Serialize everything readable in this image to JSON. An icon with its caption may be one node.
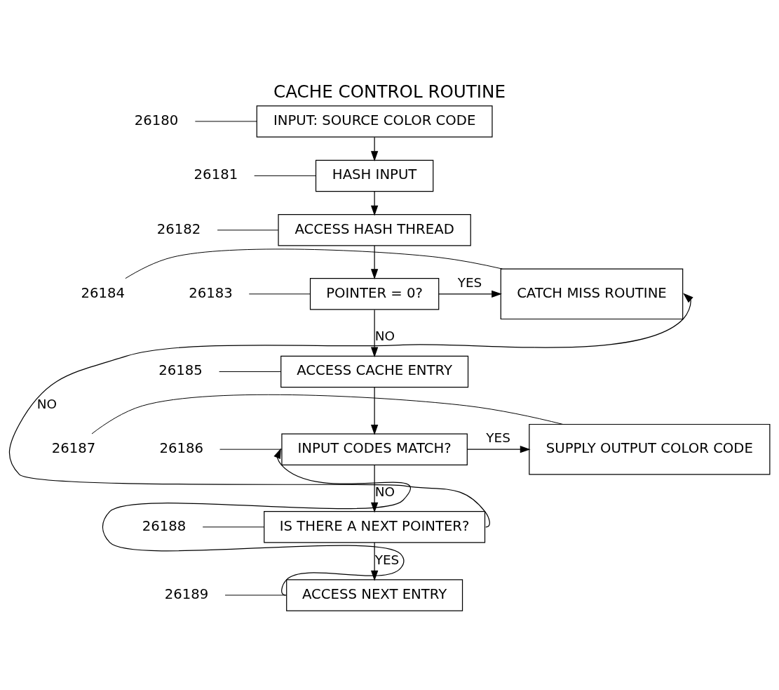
{
  "diagram": {
    "title": "CACHE CONTROL ROUTINE",
    "nodes": [
      {
        "text": [
          "INPUT: SOURCE COLOR CODE"
        ]
      },
      {
        "text": [
          "HASH INPUT"
        ]
      },
      {
        "text": [
          "ACCESS HASH THREAD"
        ]
      },
      {
        "text": [
          "POINTER = 0?"
        ]
      },
      {
        "text": [
          "CATCH MISS ROUTINE"
        ]
      },
      {
        "text": [
          "ACCESS CACHE ENTRY"
        ]
      },
      {
        "text": [
          "INPUT CODES MATCH?"
        ]
      },
      {
        "text": [
          "SUPPLY OUTPUT COLOR CODE"
        ]
      },
      {
        "text": [
          "IS THERE A NEXT POINTER?"
        ]
      },
      {
        "text": [
          "ACCESS NEXT ENTRY"
        ]
      },
      {
        "text": [
          "26180"
        ]
      },
      {
        "text": [
          "26181"
        ]
      },
      {
        "text": [
          "26182"
        ]
      },
      {
        "text": [
          "26183"
        ]
      },
      {
        "text": [
          "26184"
        ]
      },
      {
        "text": [
          "26185"
        ]
      },
      {
        "text": [
          "26186"
        ]
      },
      {
        "text": [
          "26187"
        ]
      },
      {
        "text": [
          "26188"
        ]
      },
      {
        "text": [
          "26189"
        ]
      }
    ],
    "edges": [
      {
        "from": 0,
        "to": 1,
        "arrow": "to"
      },
      {
        "from": 1,
        "to": 2,
        "arrow": "to"
      },
      {
        "from": 2,
        "to": 3,
        "arrow": "to"
      },
      {
        "from": 3,
        "to": 4,
        "arrow": "to",
        "label": "YES"
      },
      {
        "from": 3,
        "to": 5,
        "arrow": "to",
        "label": "NO"
      },
      {
        "from": 5,
        "to": 6,
        "arrow": "to"
      },
      {
        "from": 6,
        "to": 7,
        "arrow": "to",
        "label": "YES"
      },
      {
        "from": 6,
        "to": 8,
        "arrow": "to",
        "label": "NO"
      },
      {
        "from": 8,
        "to": 4,
        "arrow": "to",
        "label": "NO"
      },
      {
        "from": 8,
        "to": 9,
        "arrow": "to",
        "label": "YES"
      },
      {
        "from": 9,
        "to": 6,
        "arrow": "to"
      },
      {
        "from": 10,
        "to": 0,
        "arrow": "none"
      },
      {
        "from": 11,
        "to": 1,
        "arrow": "none"
      },
      {
        "from": 12,
        "to": 2,
        "arrow": "none"
      },
      {
        "from": 13,
        "to": 3,
        "arrow": "none"
      },
      {
        "from": 14,
        "to": 4,
        "arrow": "none"
      },
      {
        "from": 15,
        "to": 5,
        "arrow": "none"
      },
      {
        "from": 16,
        "to": 6,
        "arrow": "none"
      },
      {
        "from": 17,
        "to": 7,
        "arrow": "none"
      },
      {
        "from": 18,
        "to": 8,
        "arrow": "none"
      },
      {
        "from": 19,
        "to": 9,
        "arrow": "none"
      }
    ]
  }
}
